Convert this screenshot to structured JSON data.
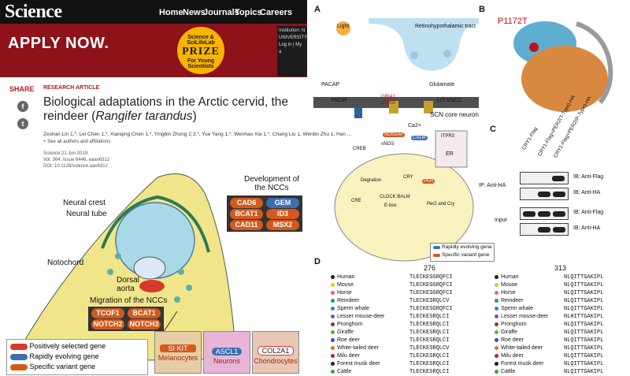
{
  "header": {
    "logo": "Science",
    "nav": [
      "Home",
      "News",
      "Journals",
      "Topics",
      "Careers"
    ]
  },
  "banner": {
    "headline": "APPLY NOW.",
    "prize_top": "Science & SciLifeLab",
    "prize_word": "PRIZE",
    "prize_sub": "For Young Scientists",
    "institution": "Institution: N",
    "institution_2": "UNIVERSITY",
    "login": "Log in | My a"
  },
  "article": {
    "share_label": "SHARE",
    "fb_icon": "f",
    "tw_icon": "t",
    "type_label": "RESEARCH ARTICLE",
    "title_1": "Biological adaptations in the Arctic cervid, the",
    "title_2_plain": "reindeer (",
    "title_2_italic": "Rangifer tarandus",
    "title_2_end": ")",
    "authors": "Zeshan Lin 1,*, Lei Chen 1,*, Xianqing Chen 1,*, Yingbin Zhong 2,3,*, Yue Yang 1,*, Wenhao Xia 1,*, Chang Liu 1, Wenbo Zhu 1, Han ...",
    "see_all": "+ See all authors and affiliations",
    "pub_date": "Science  21 Jun 2019:",
    "pub_vol": "Vol. 364, Issue 6446, eaav6312",
    "pub_doi": "DOI: 10.1126/science.aav6312"
  },
  "diagram_left": {
    "dev_title_1": "Development of",
    "dev_title_2": "the NCCs",
    "dev_genes": [
      {
        "name": "CAD6",
        "kind": "positive"
      },
      {
        "name": "GEM",
        "kind": "rapid"
      },
      {
        "name": "BCAT1",
        "kind": "positive"
      },
      {
        "name": "ID3",
        "kind": "positive"
      },
      {
        "name": "CAD11",
        "kind": "positive"
      },
      {
        "name": "MSX2",
        "kind": "positive"
      }
    ],
    "neural_crest": "Neural crest",
    "neural_tube": "Neural tube",
    "notochord": "Notochord",
    "dorsal_1": "Dorsal",
    "dorsal_2": "aorta",
    "migration": "Migration of the NCCs",
    "mig_genes": [
      "TCOF1",
      "BCAT1",
      "NOTCH2",
      "NOTCH3"
    ],
    "legend": [
      {
        "text": "Positively selected gene",
        "color": "#d73a2b"
      },
      {
        "text": "Rapidly evolving gene",
        "color": "#3b6fb1"
      },
      {
        "text": "Specific variant gene",
        "color": "#d4591c"
      }
    ],
    "targets": [
      {
        "genes": "SI KIT",
        "label": "Melanocytes",
        "bg": "#e6cda4"
      },
      {
        "genes": "ASCL1",
        "label": "Neurons",
        "bg": "#e8b4d8"
      },
      {
        "genes": "COL2A1",
        "label": "Chondrocytes",
        "bg": "#e8c8b4"
      }
    ]
  },
  "panel_a": {
    "label": "A",
    "light": "Light",
    "tract": "Retinohypothalamic tract",
    "pacap": "PACAP",
    "glutamate": "Glutamate",
    "pacir": "PACIR",
    "gria": "GRIA1",
    "grin": "GRIN2",
    "lvscc": "L/T-VSCC",
    "scn": "SCN core neuron",
    "ca": "Ca2+",
    "nos1ap": "NOS1AP",
    "nnos": "nNOS",
    "calm": "CALM",
    "itpr3": "ITPR3",
    "er": "ER",
    "creb": "CREB",
    "cry": "CRY",
    "per": "PER",
    "degration": "Degration",
    "clock": "CLOCK:BALM",
    "ebox": "E-box",
    "per2cry": "Per2 and Cry",
    "cre": "CRE",
    "leg_rapid": "Rapidly evolving gene",
    "leg_spec": "Specific variant gene"
  },
  "panel_b": {
    "label": "B",
    "mutation": "P1172T"
  },
  "panel_c": {
    "label": "C",
    "cols": [
      "CRY1-Flag",
      "CRY1-Flag+PER2(T-Type)-HA",
      "CRY1-Flag+PER2(P-Type)-HA"
    ],
    "ip": "IP: Anti-HA",
    "input": "Input",
    "rows": [
      "IB: Anti-Flag",
      "IB: Anti-HA",
      "IB: Anti-Flag",
      "IB: Anti-HA"
    ]
  },
  "panel_d": {
    "label": "D",
    "pos1": "276",
    "pos2": "313",
    "species": [
      {
        "name": "Human",
        "color": "#222",
        "s1": "TLECKESGRQFCI",
        "s2": "NLQITTGAKIPL"
      },
      {
        "name": "Mouse",
        "color": "#f0c020",
        "s1": "TLECKESGRQFCI",
        "s2": "NLQITTGAKIPL"
      },
      {
        "name": "Horse",
        "color": "#e060a0",
        "s1": "TLECKESGRQFCI",
        "s2": "NLQITTGAKIPL"
      },
      {
        "name": "Reindeer",
        "color": "#2a9a4a",
        "s1": "TLECKESRQLCV",
        "s2": "NLQITTGAKIPL"
      },
      {
        "name": "Sperm whale",
        "color": "#2a8ac0",
        "s1": "TLECKESGRQFCI",
        "s2": "NLQITTGAKIPL"
      },
      {
        "name": "Lesser mouse-deer",
        "color": "#8050b0",
        "s1": "TLECKESRQLCI",
        "s2": "NLHITTGAKIPL"
      },
      {
        "name": "Pronghorn",
        "color": "#a03030",
        "s1": "TLECKESRQLCI",
        "s2": "NLQITTGAKIPL"
      },
      {
        "name": "Giraffe",
        "color": "#60b030",
        "s1": "TLECKESRQLCI",
        "s2": "NLQITTGAKIPL"
      },
      {
        "name": "Roe deer",
        "color": "#3050c0",
        "s1": "TLECKESRQLCI",
        "s2": "NLQITTGAKIPL"
      },
      {
        "name": "White-tailed deer",
        "color": "#e07020",
        "s1": "TLECKESRQLCV",
        "s2": "NLQITTGAKIPL"
      },
      {
        "name": "Milu deer",
        "color": "#c02020",
        "s1": "TLECKESRQLCI",
        "s2": "NLQITTGAKIPL"
      },
      {
        "name": "Forest musk deer",
        "color": "#222",
        "s1": "TLECKESRQLCI",
        "s2": "NLQITTGAKIPL"
      },
      {
        "name": "Cattle",
        "color": "#40a040",
        "s1": "TLECKESRQLCI",
        "s2": "NLQITTGAKIPL"
      }
    ]
  }
}
